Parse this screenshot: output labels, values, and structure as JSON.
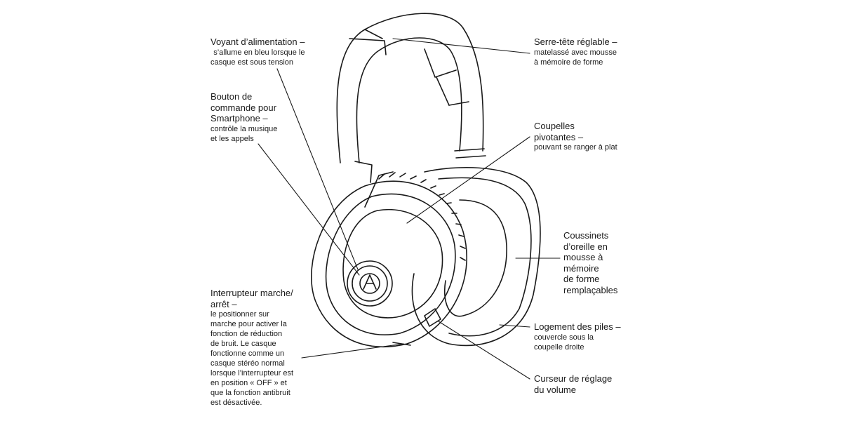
{
  "callouts": {
    "power_indicator": {
      "title": "Voyant d’alimentation –",
      "desc": [
        "s’allume en bleu lorsque le",
        "casque est sous tension"
      ]
    },
    "smartphone_button": {
      "title": [
        "Bouton de",
        "commande pour",
        "Smartphone –"
      ],
      "desc": [
        "contrôle la musique",
        "et les appels"
      ]
    },
    "power_switch": {
      "title": [
        "Interrupteur marche/",
        "arrêt –"
      ],
      "desc": [
        "le positionner sur",
        "marche pour activer la",
        "fonction de réduction",
        "de bruit. Le casque",
        "fonctionne comme un",
        "casque stéréo normal",
        "lorsque l’interrupteur est",
        "en position « OFF » et",
        "que la fonction antibruit",
        "est désactivée."
      ]
    },
    "headband": {
      "title": "Serre-tête réglable –",
      "desc": [
        "matelassé avec mousse",
        "à mémoire de forme"
      ]
    },
    "earcups": {
      "title": [
        "Coupelles",
        "pivotantes –"
      ],
      "desc": [
        "pouvant se ranger à plat"
      ]
    },
    "cushions": {
      "title": [
        "Coussinets",
        "d’oreille en",
        "mousse à",
        "mémoire",
        "de forme",
        "remplaçables"
      ]
    },
    "battery": {
      "title": "Logement des piles –",
      "desc": [
        "couvercle sous la",
        "coupelle droite"
      ]
    },
    "volume": {
      "title": [
        "Curseur de réglage",
        "du volume"
      ]
    }
  },
  "colors": {
    "line": "#1a1a1a",
    "text": "#1a1a1a",
    "background": "#ffffff"
  }
}
